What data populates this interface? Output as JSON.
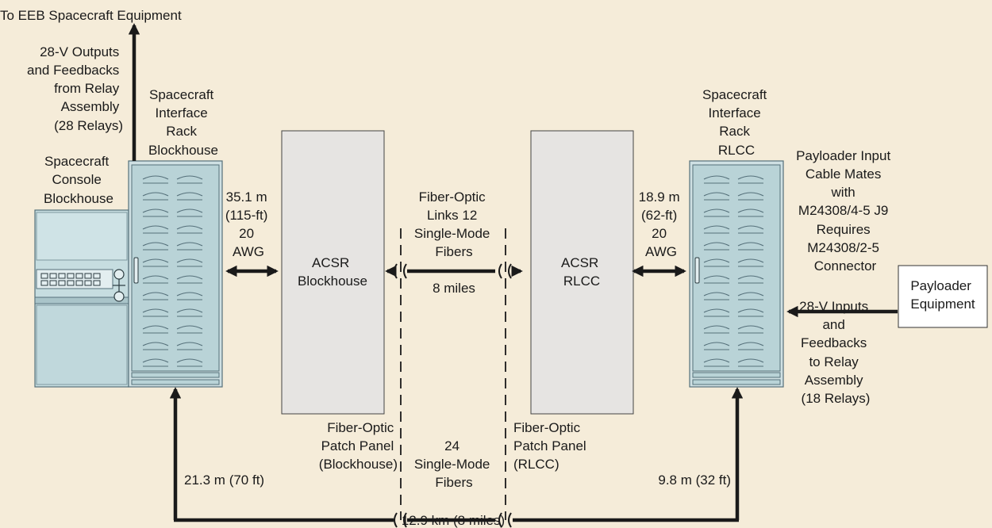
{
  "colors": {
    "background": "#f5ecd9",
    "rack_fill": "#b9d3d7",
    "rack_frame": "#cfe0e3",
    "acsr_fill": "#e6e4e2",
    "console_fill": "#c6dde0",
    "line": "#1a1a1a"
  },
  "labels": {
    "eeb_equipment": "To EEB Spacecraft Equipment",
    "outputs_feedbacks": [
      "28-V Outputs",
      "and Feedbacks",
      "from Relay",
      "Assembly",
      "(28 Relays)"
    ],
    "rack_blockhouse": [
      "Spacecraft",
      "Interface",
      "Rack",
      "Blockhouse"
    ],
    "console_blockhouse": [
      "Spacecraft",
      "Console",
      "Blockhouse"
    ],
    "cable_left": [
      "35.1 m",
      "(115-ft)",
      "20",
      "AWG"
    ],
    "acsr_blockhouse": [
      "ACSR",
      "Blockhouse"
    ],
    "fiber_links": [
      "Fiber-Optic",
      "Links 12",
      "Single-Mode",
      "Fibers"
    ],
    "fiber_links_distance": "8 miles",
    "acsr_rlcc": [
      "ACSR",
      "RLCC"
    ],
    "cable_right": [
      "18.9 m",
      "(62-ft)",
      "20",
      "AWG"
    ],
    "rack_rlcc": [
      "Spacecraft",
      "Interface",
      "Rack",
      "RLCC"
    ],
    "payloader_cable": [
      "Payloader Input",
      "Cable Mates",
      "with",
      "M24308/4-5 J9",
      "Requires",
      "M24308/2-5",
      "Connector"
    ],
    "payloader_equipment": [
      "Payloader",
      "Equipment"
    ],
    "inputs_feedbacks": [
      "28-V Inputs",
      "and",
      "Feedbacks",
      "to Relay",
      "Assembly",
      "(18 Relays)"
    ],
    "patch_panel_blockhouse": [
      "Fiber-Optic",
      "Patch Panel",
      "(Blockhouse)"
    ],
    "bottom_fibers": [
      "24",
      "Single-Mode",
      "Fibers"
    ],
    "patch_panel_rlcc": [
      "Fiber-Optic",
      "Patch Panel",
      "(RLCC)"
    ],
    "bottom_left_distance": "21.3 m (70 ft)",
    "bottom_right_distance": "9.8 m (32 ft)",
    "bottom_total_distance": "12.9 km (8 miles)"
  }
}
